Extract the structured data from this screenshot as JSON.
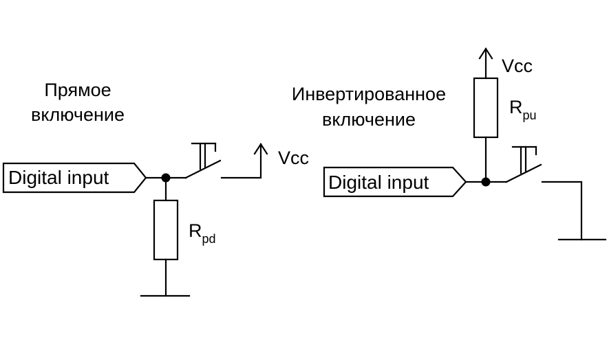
{
  "left_circuit": {
    "caption_line1": "Прямое",
    "caption_line2": "включение",
    "input_label": "Digital input",
    "supply_label": "Vcc",
    "resistor_main": "R",
    "resistor_sub": "pd"
  },
  "right_circuit": {
    "caption_line1": "Инвертированное",
    "caption_line2": "включение",
    "input_label": "Digital input",
    "supply_label": "Vcc",
    "resistor_main": "R",
    "resistor_sub": "pu"
  }
}
